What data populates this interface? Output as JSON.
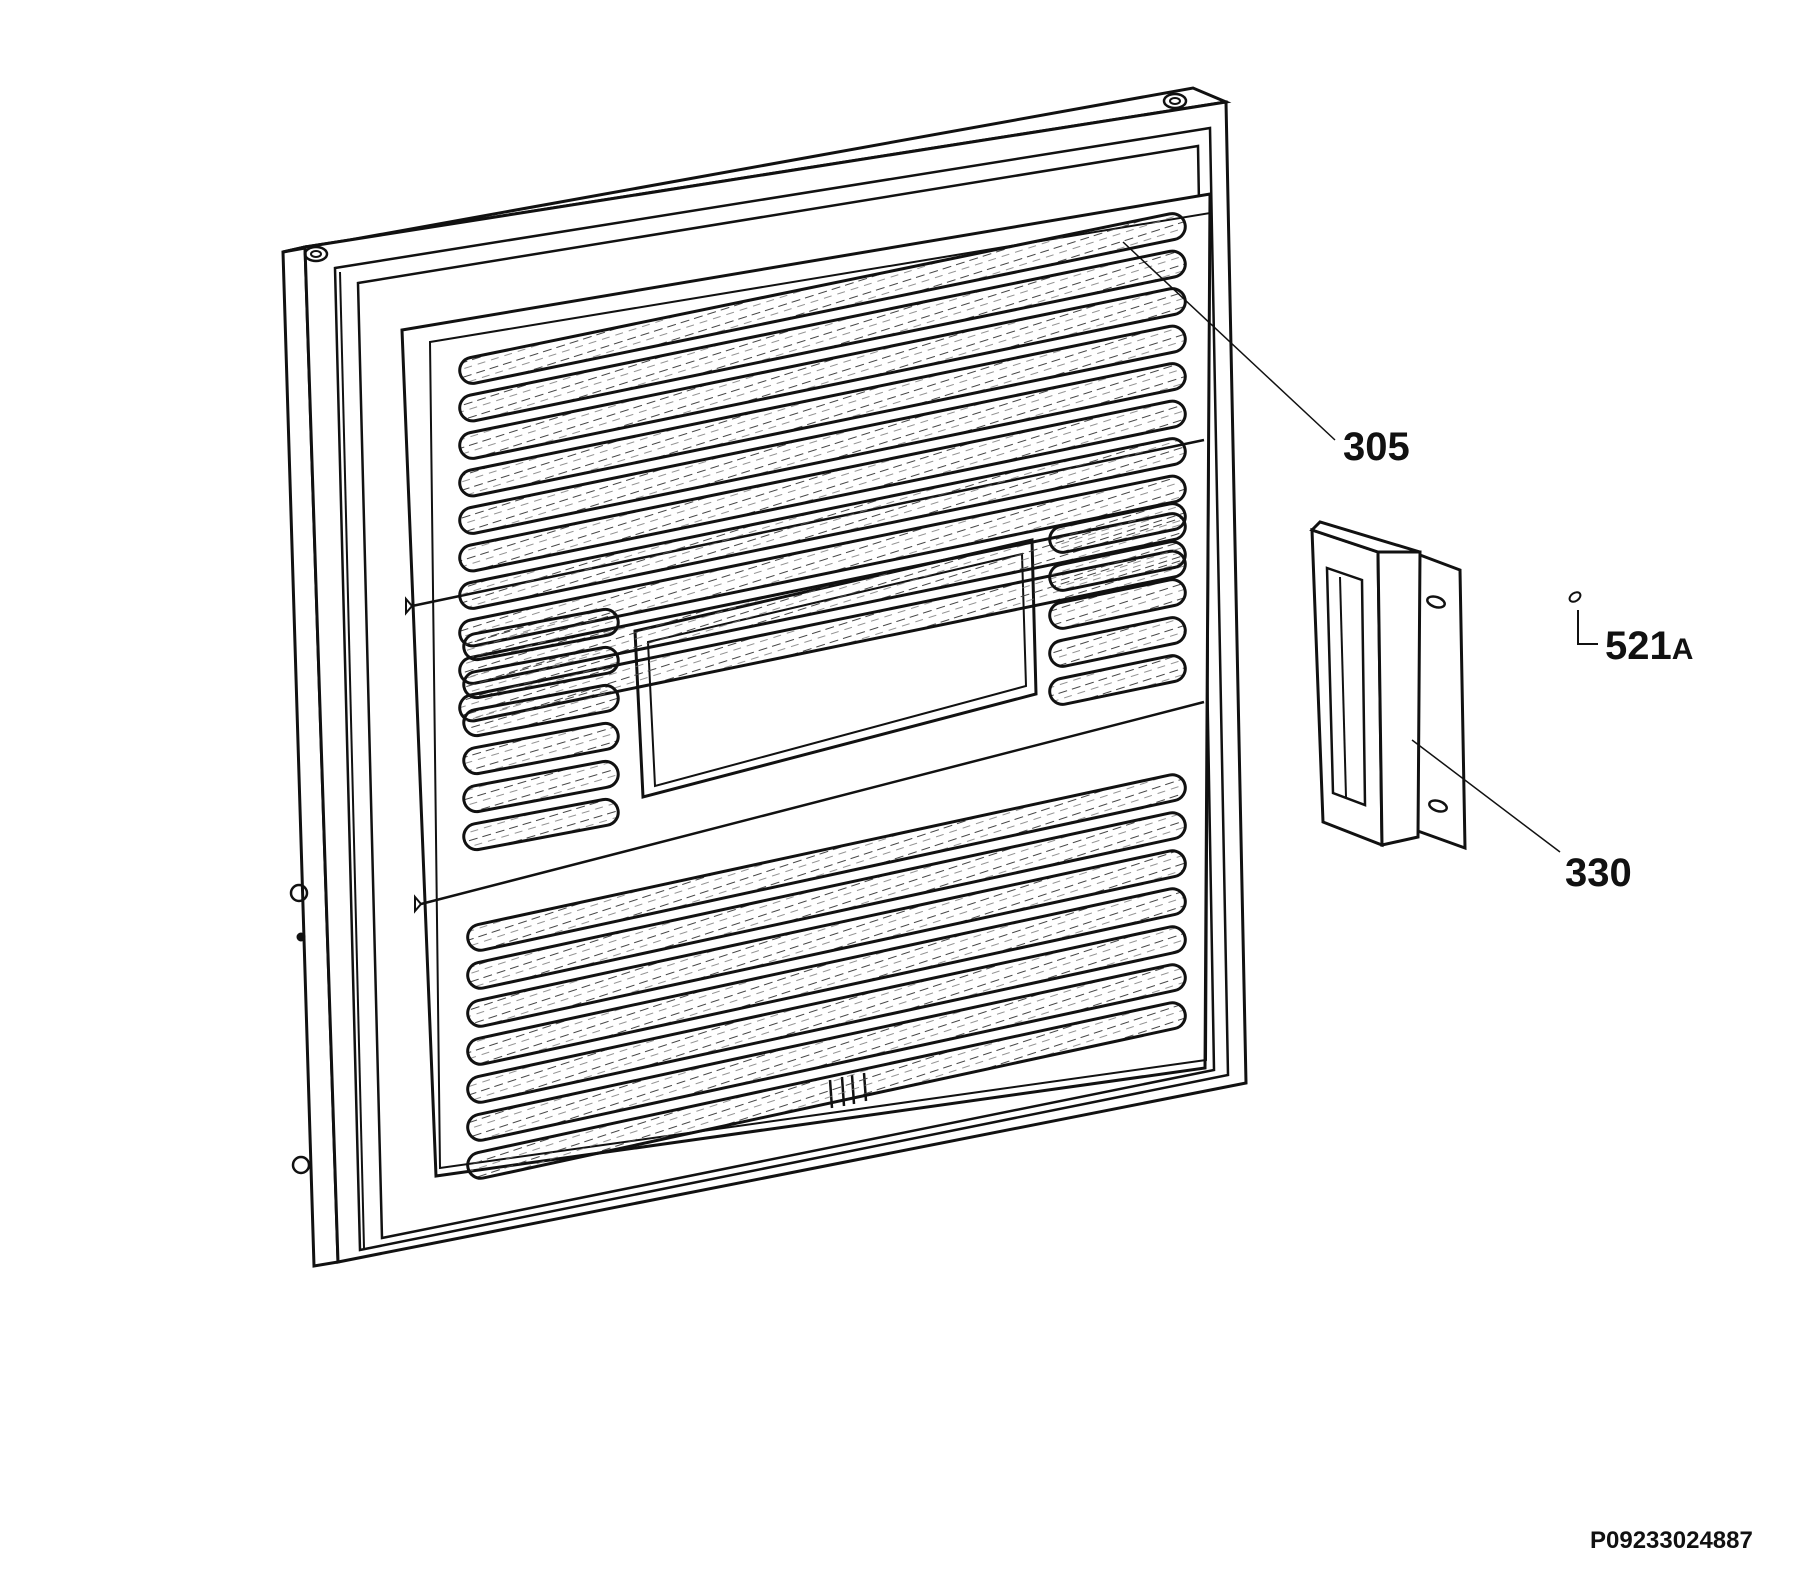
{
  "labels": {
    "part_305": "305",
    "part_330": "330",
    "part_521a_num": "521",
    "part_521a_suffix": "A"
  },
  "reference_code": "P09233024887",
  "colors": {
    "line": "#111111",
    "background": "#ffffff"
  }
}
